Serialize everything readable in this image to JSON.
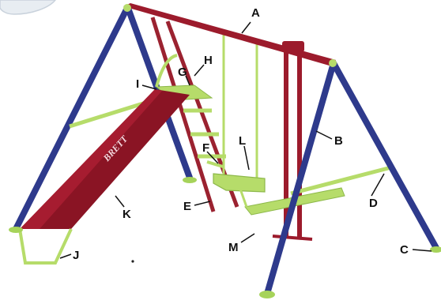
{
  "title": "",
  "colors": {
    "frame_blue": "#2e3a8c",
    "top_bar_red": "#9c1b2c",
    "slide_red": "#8a1424",
    "accent_green": "#b6dc6a",
    "ladder_red": "#9b2230",
    "foot_green": "#a6d35a",
    "label_ink": "#111111"
  },
  "diagram": {
    "parts": [
      {
        "id": "A",
        "label": "A",
        "depicts": "top-crossbar"
      },
      {
        "id": "B",
        "label": "B",
        "depicts": "right-a-frame-leg"
      },
      {
        "id": "C",
        "label": "C",
        "depicts": "ground-foot"
      },
      {
        "id": "D",
        "label": "D",
        "depicts": "side-brace-bar"
      },
      {
        "id": "E",
        "label": "E",
        "depicts": "ladder-rail"
      },
      {
        "id": "F",
        "label": "F",
        "depicts": "glider-footrest"
      },
      {
        "id": "G",
        "label": "G",
        "depicts": "slide-platform"
      },
      {
        "id": "H",
        "label": "H",
        "depicts": "handrail"
      },
      {
        "id": "I",
        "label": "I",
        "depicts": "platform-support"
      },
      {
        "id": "J",
        "label": "J",
        "depicts": "slide-end-bracket"
      },
      {
        "id": "K",
        "label": "K",
        "depicts": "slide-chute"
      },
      {
        "id": "L",
        "label": "L",
        "depicts": "swing-seat"
      },
      {
        "id": "M",
        "label": "M",
        "depicts": "see-saw-glider"
      }
    ],
    "slide_logo_text": "BRETT"
  }
}
